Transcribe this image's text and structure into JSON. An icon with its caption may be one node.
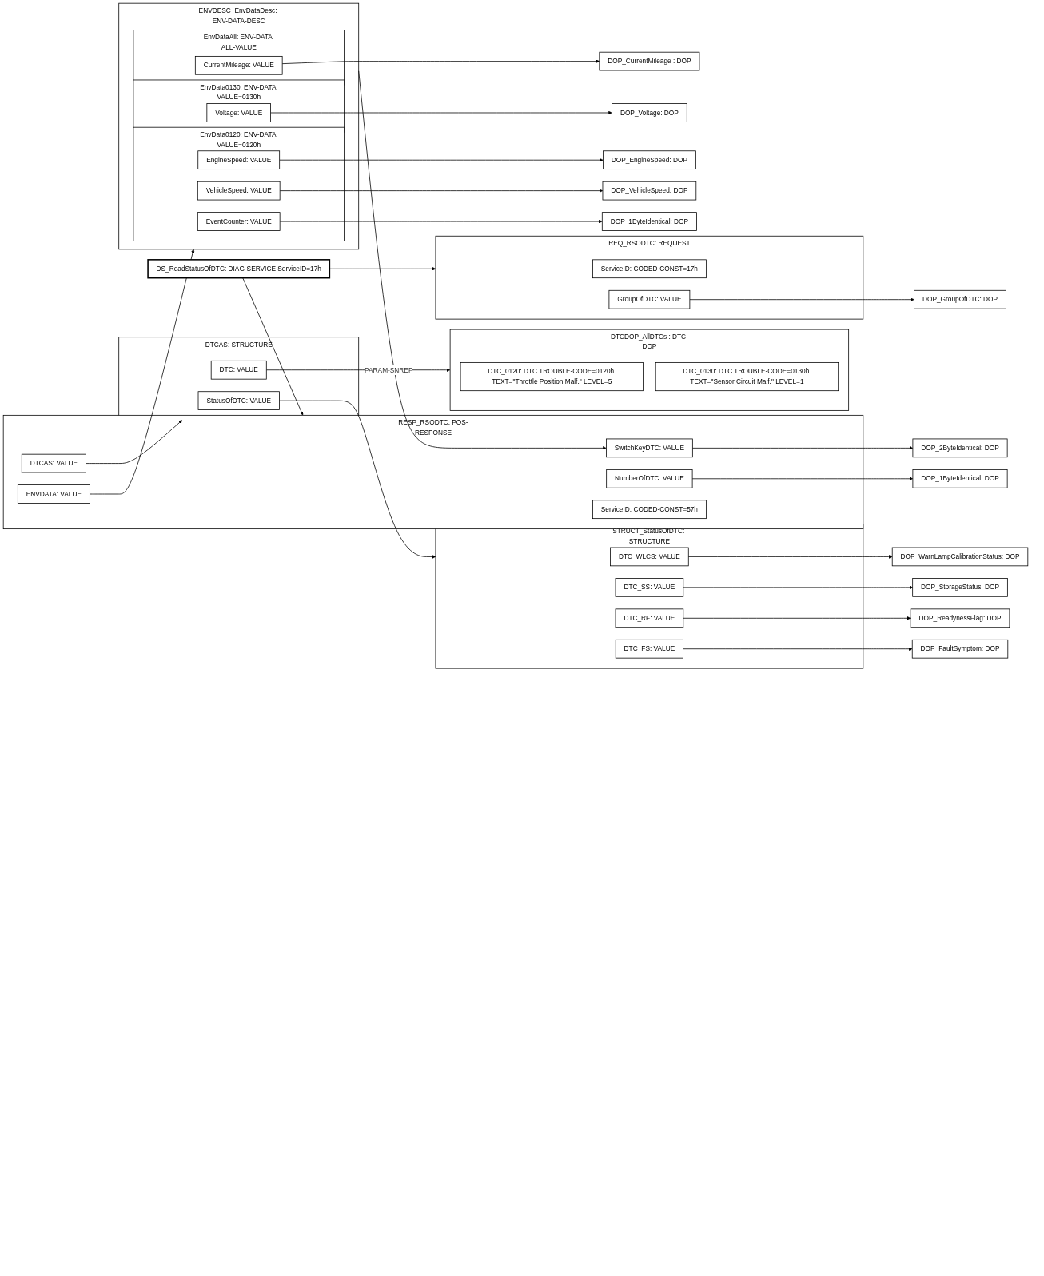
{
  "diagram": {
    "nodes": [
      {
        "text": [
          "DS_ReadStatusOfDTC: DIAG-SERVICE ServiceID=17h"
        ]
      },
      {
        "text": [
          "REQ_RSODTC: REQUEST"
        ]
      },
      {
        "text": [
          "ServiceID: CODED-CONST=17h"
        ],
        "in": 1
      },
      {
        "text": [
          "GroupOfDTC: VALUE"
        ],
        "in": 1
      },
      {
        "text": [
          "DOP_GroupOfDTC: DOP"
        ]
      },
      {
        "text": [
          "RESP_RSODTC: POS-RESPONSE"
        ]
      },
      {
        "text": [
          "ServiceID: CODED-CONST=57h"
        ],
        "in": 5
      },
      {
        "text": [
          "NumberOfDTC: VALUE"
        ],
        "in": 5
      },
      {
        "text": [
          "SwitchKeyDTC: VALUE"
        ],
        "in": 5
      },
      {
        "text": [
          "DTCAS: VALUE"
        ],
        "in": 5
      },
      {
        "text": [
          "ENVDATA: VALUE"
        ],
        "in": 5
      },
      {
        "text": [
          "DOP_1ByteIdentical: DOP"
        ]
      },
      {
        "text": [
          "DOP_2ByteIdentical: DOP"
        ]
      },
      {
        "text": [
          "DTCDOP_AllDTCs : DTC-DOP"
        ]
      },
      {
        "text": [
          "DTC_0120: DTC TROUBLE-CODE=0120h TEXT=\"Throttle Position Malf.\" LEVEL=5"
        ],
        "in": 13
      },
      {
        "text": [
          "DTC_0130: DTC TROUBLE-CODE=0130h TEXT=\"Sensor Circuit Malf.\" LEVEL=1"
        ],
        "in": 13
      },
      {
        "text": [
          "DTCAS: STRUCTURE"
        ]
      },
      {
        "text": [
          "DTC: VALUE"
        ],
        "in": 16
      },
      {
        "text": [
          "StatusOfDTC: VALUE"
        ],
        "in": 16
      },
      {
        "text": [
          "STRUCT_StatusOfDTC: STRUCTURE"
        ]
      },
      {
        "text": [
          "DTC_WLCS: VALUE"
        ],
        "in": 19
      },
      {
        "text": [
          "DTC_SS: VALUE"
        ],
        "in": 19
      },
      {
        "text": [
          "DTC_RF: VALUE"
        ],
        "in": 19
      },
      {
        "text": [
          "DTC_FS: VALUE"
        ],
        "in": 19
      },
      {
        "text": [
          "DOP_WarnLampCalibrationStatus: DOP"
        ]
      },
      {
        "text": [
          "DOP_StorageStatus: DOP"
        ]
      },
      {
        "text": [
          "DOP_ReadynessFlag: DOP"
        ]
      },
      {
        "text": [
          "DOP_FaultSymptom: DOP"
        ]
      },
      {
        "text": [
          "ENVDESC_EnvDataDesc: ENV-DATA-DESC"
        ]
      },
      {
        "text": [
          "EnvData0120: ENV-DATA VALUE=0120h"
        ],
        "in": 28
      },
      {
        "text": [
          "EngineSpeed: VALUE"
        ],
        "in": 29
      },
      {
        "text": [
          "VehicleSpeed: VALUE"
        ],
        "in": 29
      },
      {
        "text": [
          "EventCounter: VALUE"
        ],
        "in": 29
      },
      {
        "text": [
          "EnvData0130: ENV-DATA VALUE=0130h"
        ],
        "in": 28
      },
      {
        "text": [
          "Voltage: VALUE"
        ],
        "in": 33
      },
      {
        "text": [
          "EnvDataAll: ENV-DATA ALL-VALUE"
        ],
        "in": 28
      },
      {
        "text": [
          "CurrentMileage: VALUE"
        ],
        "in": 35
      },
      {
        "text": [
          "DOP_EngineSpeed: DOP"
        ]
      },
      {
        "text": [
          "DOP_VehicleSpeed: DOP"
        ]
      },
      {
        "text": [
          "DOP_1ByteIdentical: DOP"
        ]
      },
      {
        "text": [
          "DOP_Voltage: DOP"
        ]
      },
      {
        "text": [
          "DOP_CurrentMileage : DOP"
        ]
      }
    ],
    "edges": [
      {
        "from": 0,
        "to": 1,
        "arrow": "to"
      },
      {
        "from": 0,
        "to": 5,
        "arrow": "to"
      },
      {
        "from": 3,
        "to": 4,
        "arrow": "to"
      },
      {
        "from": 7,
        "to": 11,
        "arrow": "to"
      },
      {
        "from": 8,
        "to": 12,
        "arrow": "to"
      },
      {
        "from": 9,
        "to": 16,
        "arrow": "to"
      },
      {
        "from": 10,
        "to": 28,
        "arrow": "to"
      },
      {
        "from": 17,
        "to": 13,
        "arrow": "to"
      },
      {
        "from": 18,
        "to": 19,
        "arrow": "to"
      },
      {
        "from": 20,
        "to": 24,
        "arrow": "to"
      },
      {
        "from": 21,
        "to": 25,
        "arrow": "to"
      },
      {
        "from": 22,
        "to": 26,
        "arrow": "to"
      },
      {
        "from": 23,
        "to": 27,
        "arrow": "to"
      },
      {
        "from": 30,
        "to": 37,
        "arrow": "to"
      },
      {
        "from": 31,
        "to": 38,
        "arrow": "to"
      },
      {
        "from": 32,
        "to": 39,
        "arrow": "to"
      },
      {
        "from": 34,
        "to": 40,
        "arrow": "to"
      },
      {
        "from": 36,
        "to": 41,
        "arrow": "to"
      },
      {
        "from": 28,
        "to": 8,
        "arrow": "to",
        "label": "PARAM-SNREF"
      }
    ]
  }
}
